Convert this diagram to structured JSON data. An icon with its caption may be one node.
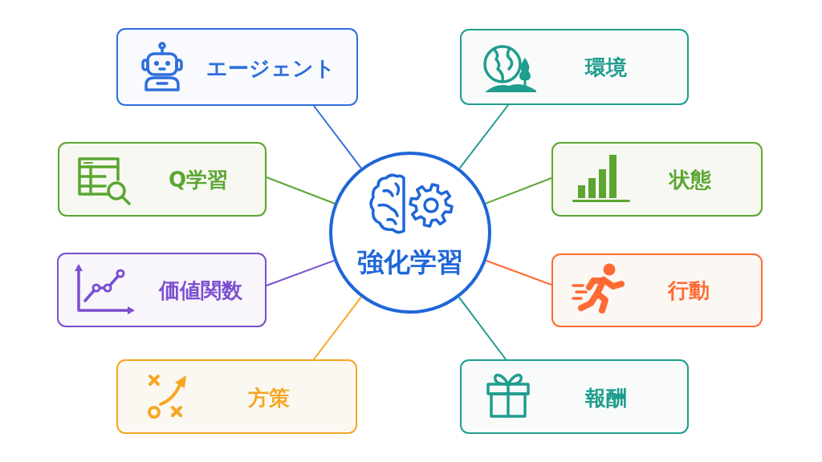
{
  "diagram": {
    "nodes": [
      {
        "text": [
          "強化学習"
        ]
      },
      {
        "text": [
          "エージェント"
        ]
      },
      {
        "text": [
          "環境"
        ]
      },
      {
        "text": [
          "Q学習"
        ]
      },
      {
        "text": [
          "状態"
        ]
      },
      {
        "text": [
          "価値関数"
        ]
      },
      {
        "text": [
          "行動"
        ]
      },
      {
        "text": [
          "方策"
        ]
      },
      {
        "text": [
          "報酬"
        ]
      }
    ],
    "edges": [
      {
        "from": 0,
        "to": 1,
        "arrow": "none",
        "color": "#3070dd"
      },
      {
        "from": 0,
        "to": 2,
        "arrow": "none",
        "color": "#1f9d8e"
      },
      {
        "from": 0,
        "to": 3,
        "arrow": "none",
        "color": "#5aa630"
      },
      {
        "from": 0,
        "to": 4,
        "arrow": "none",
        "color": "#5aa630"
      },
      {
        "from": 0,
        "to": 5,
        "arrow": "none",
        "color": "#7a4fd0"
      },
      {
        "from": 0,
        "to": 6,
        "arrow": "none",
        "color": "#ff6a33"
      },
      {
        "from": 0,
        "to": 7,
        "arrow": "none",
        "color": "#f7a624"
      },
      {
        "from": 0,
        "to": 8,
        "arrow": "none",
        "color": "#1f9d8e"
      }
    ]
  }
}
